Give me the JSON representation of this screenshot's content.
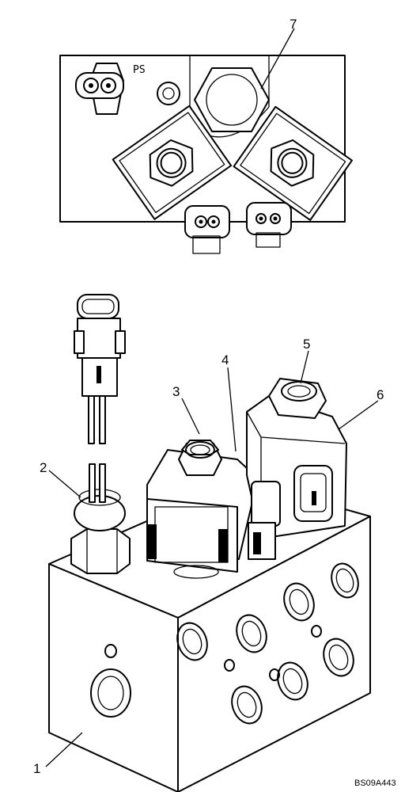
{
  "top_view": {
    "port_label": "PS"
  },
  "callouts": [
    {
      "id": "1",
      "label": "1"
    },
    {
      "id": "2",
      "label": "2"
    },
    {
      "id": "3",
      "label": "3"
    },
    {
      "id": "4",
      "label": "4"
    },
    {
      "id": "5",
      "label": "5"
    },
    {
      "id": "6",
      "label": "6"
    },
    {
      "id": "7",
      "label": "7"
    }
  ],
  "drawing_number": "BS09A443"
}
